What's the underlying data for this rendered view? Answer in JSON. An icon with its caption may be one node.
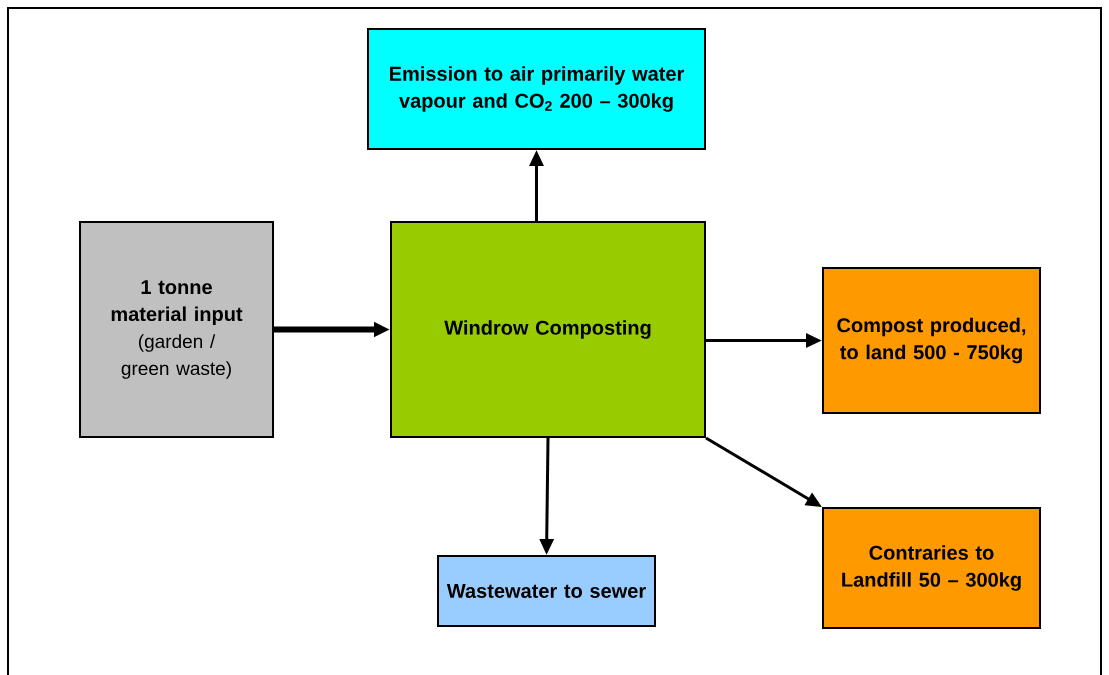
{
  "diagram": {
    "nodes": [
      {
        "text": [
          "Emission to air primarily water vapour and CO$_{2}$ 200 – 300kg"
        ]
      },
      {
        "text": [
          "1 tonne material input",
          "(garden / green waste)"
        ]
      },
      {
        "text": [
          "Windrow Composting"
        ]
      },
      {
        "text": [
          "Compost produced, to land 500 - 750kg"
        ]
      },
      {
        "text": [
          "Contraries to Landfill 50 – 300kg"
        ]
      },
      {
        "text": [
          "Wastewater to sewer"
        ]
      }
    ],
    "edges": [
      {
        "from": 1,
        "to": 2,
        "arrow": "to",
        "style": "thick"
      },
      {
        "from": 2,
        "to": 0,
        "arrow": "to"
      },
      {
        "from": 2,
        "to": 3,
        "arrow": "to"
      },
      {
        "from": 2,
        "to": 4,
        "arrow": "to"
      },
      {
        "from": 2,
        "to": 5,
        "arrow": "to"
      }
    ]
  }
}
